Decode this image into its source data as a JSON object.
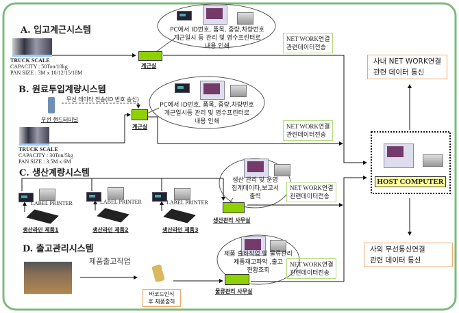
{
  "sections": {
    "a": {
      "title": "A. 입고계근시스템",
      "truck_label": "TRUCK SCALE",
      "capacity": "CAPACITY : 50Ton/10kg",
      "pan_size": "PAN SIZE : 3M x 10/12/15/18M",
      "room": "계근실",
      "bubble": [
        "PC에서 ID번호, 품목, 중량,차량번호",
        "계근일시 등 관리 및 영수프린터로",
        "내용 인쇄"
      ],
      "network": [
        "NET WORK연결",
        "관련데이터전송"
      ]
    },
    "b": {
      "title": "B. 원료투입계량시스템",
      "wireless_text": "무선 데이타 전송(ID 번호 송신)",
      "terminal": "무선 핸드터미널",
      "room": "계근실",
      "truck_label": "TRUCK SCALE",
      "capacity": "CAPACITY : 30Ton/5kg",
      "pan_size": "PAN SIZE : 3.5M x 6M",
      "bubble": [
        "PC에서 ID번호, 품목, 중량,차량번호",
        "계근일시등 관리 및 영수프린터로",
        "내용 인쇄"
      ],
      "network": [
        "NET WORK연결",
        "관련데이터전송"
      ]
    },
    "c": {
      "title": "C. 생산계량시스템",
      "printer_label": "LABEL PRINTER",
      "lines": [
        "생산라인 제품1",
        "생산라인 제품2",
        "생산라인 제품3"
      ],
      "room": "생산관리 사무실",
      "bubble": [
        "생산 관리 및 운영",
        "집계데이타,보고서",
        "출력"
      ],
      "network": [
        "NET WORK연결",
        "관련데이터전송"
      ]
    },
    "d": {
      "title": "D. 출고관리시스템",
      "work": "제품출고작업",
      "barcode": [
        "바코드인식",
        "후 제품출하"
      ],
      "room": "물류관리 사무실",
      "bubble": [
        "제품 출하작업 및 물류관리",
        "제품재고파악 ,출고",
        "현황조회"
      ],
      "network": [
        "NET WORK연결",
        "관련데이터전송"
      ]
    }
  },
  "host": {
    "label": "HOST COMPUTER"
  },
  "internal": [
    "사내 NET WORK연결",
    "관련 데이터 통신"
  ],
  "external": [
    "사외 무선통신연결",
    "관련 데이터 통신"
  ],
  "colors": {
    "border": "#7cbb7c",
    "room_box": "#8fd000",
    "network_border": "#b5dc7a",
    "note_border": "#f4a86a",
    "host_label": "#ffff99"
  }
}
